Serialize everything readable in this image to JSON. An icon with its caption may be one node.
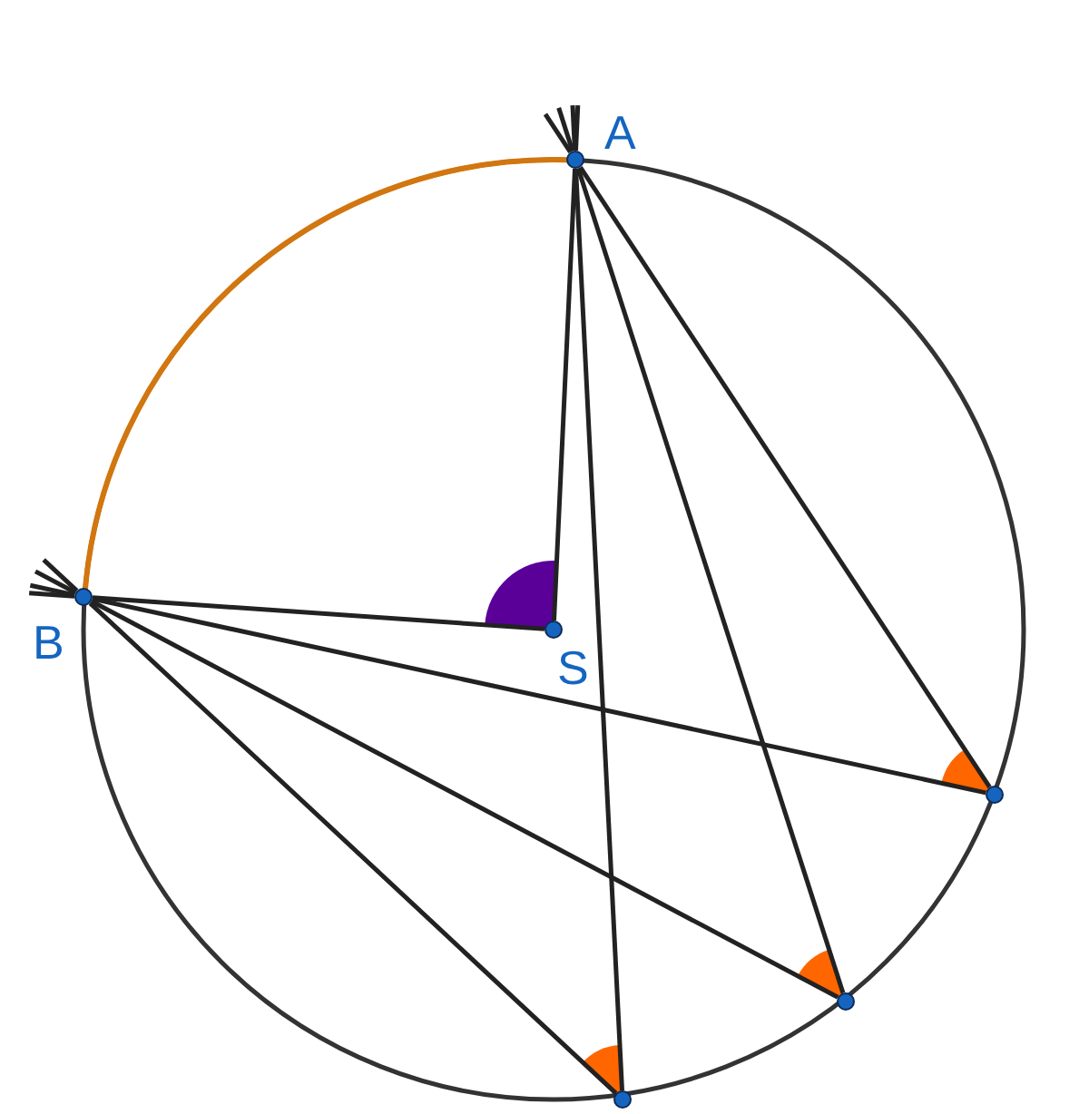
{
  "diagram": {
    "nodes": [
      {
        "text": [
          "A"
        ]
      },
      {
        "text": [
          "B"
        ]
      },
      {
        "text": [
          "S"
        ]
      },
      {
        "text": [],
        "shape": "circle"
      },
      {
        "text": [],
        "shape": "circle"
      },
      {
        "text": [],
        "shape": "circle"
      }
    ],
    "edges": [
      {
        "from": 2,
        "to": 0,
        "arrow": "none"
      },
      {
        "from": 2,
        "to": 1,
        "arrow": "none"
      },
      {
        "from": 0,
        "to": 3,
        "arrow": "none"
      },
      {
        "from": 0,
        "to": 4,
        "arrow": "none"
      },
      {
        "from": 0,
        "to": 5,
        "arrow": "none"
      },
      {
        "from": 1,
        "to": 3,
        "arrow": "none"
      },
      {
        "from": 1,
        "to": 4,
        "arrow": "none"
      },
      {
        "from": 1,
        "to": 5,
        "arrow": "none"
      }
    ]
  }
}
